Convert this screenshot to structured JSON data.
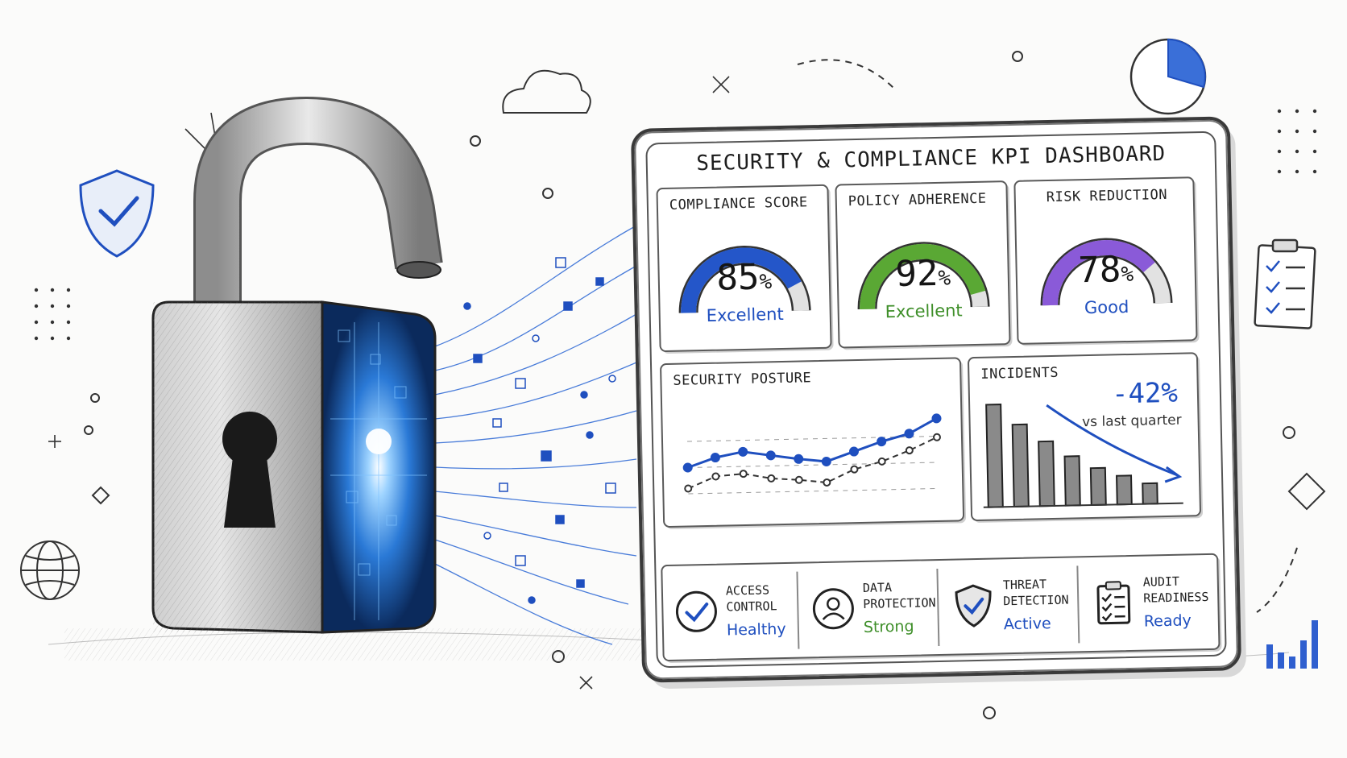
{
  "dashboard": {
    "title": "SECURITY & COMPLIANCE  KPI DASHBOARD",
    "colors": {
      "blue": "#1f4fbf",
      "green": "#3f8f2a",
      "purple": "#7a4fd0",
      "ink": "#222222"
    }
  },
  "kpis": [
    {
      "title": "COMPLIANCE SCORE",
      "value": "85",
      "unit": "%",
      "status": "Excellent",
      "percent": 85,
      "color": "#2456c9",
      "status_color": "#1f4fbf"
    },
    {
      "title": "POLICY ADHERENCE",
      "value": "92",
      "unit": "%",
      "status": "Excellent",
      "percent": 92,
      "color": "#5aa834",
      "status_color": "#3f8f2a"
    },
    {
      "title": "RISK REDUCTION",
      "value": "78",
      "unit": "%",
      "status": "Good",
      "percent": 78,
      "color": "#8a5ad8",
      "status_color": "#1f4fbf"
    }
  ],
  "security_posture": {
    "title": "SECURITY POSTURE"
  },
  "incidents": {
    "title": "INCIDENTS",
    "change": "-42%",
    "change_label": "vs last quarter"
  },
  "chart_data": [
    {
      "type": "line",
      "title": "SECURITY POSTURE",
      "x": [
        1,
        2,
        3,
        4,
        5,
        6,
        7,
        8,
        9,
        10
      ],
      "series": [
        {
          "values": [
            4.0,
            4.9,
            5.4,
            5.0,
            4.6,
            4.3,
            5.2,
            6.1,
            6.8,
            8.2
          ],
          "color": "#1f4fbf",
          "style": "solid"
        },
        {
          "values": [
            2.0,
            3.1,
            3.3,
            2.8,
            2.6,
            2.3,
            3.5,
            4.2,
            5.2,
            6.4
          ],
          "color": "#333333",
          "style": "dashed"
        }
      ],
      "ylim": [
        0,
        10
      ],
      "grid": true
    },
    {
      "type": "bar",
      "title": "INCIDENTS",
      "values": [
        100,
        80,
        63,
        48,
        36,
        28,
        20
      ],
      "ylim": [
        0,
        110
      ],
      "trend": "down"
    }
  ],
  "status_items": [
    {
      "label": "ACCESS\nCONTROL",
      "status": "Healthy",
      "icon": "checkmark-circle-icon",
      "color": "#1f4fbf"
    },
    {
      "label": "DATA\nPROTECTION",
      "status": "Strong",
      "icon": "user-circle-icon",
      "color": "#3f8f2a"
    },
    {
      "label": "THREAT\nDETECTION",
      "status": "Active",
      "icon": "shield-check-icon",
      "color": "#1f4fbf"
    },
    {
      "label": "AUDIT\nREADINESS",
      "status": "Ready",
      "icon": "clipboard-checklist-icon",
      "color": "#1f4fbf"
    }
  ]
}
